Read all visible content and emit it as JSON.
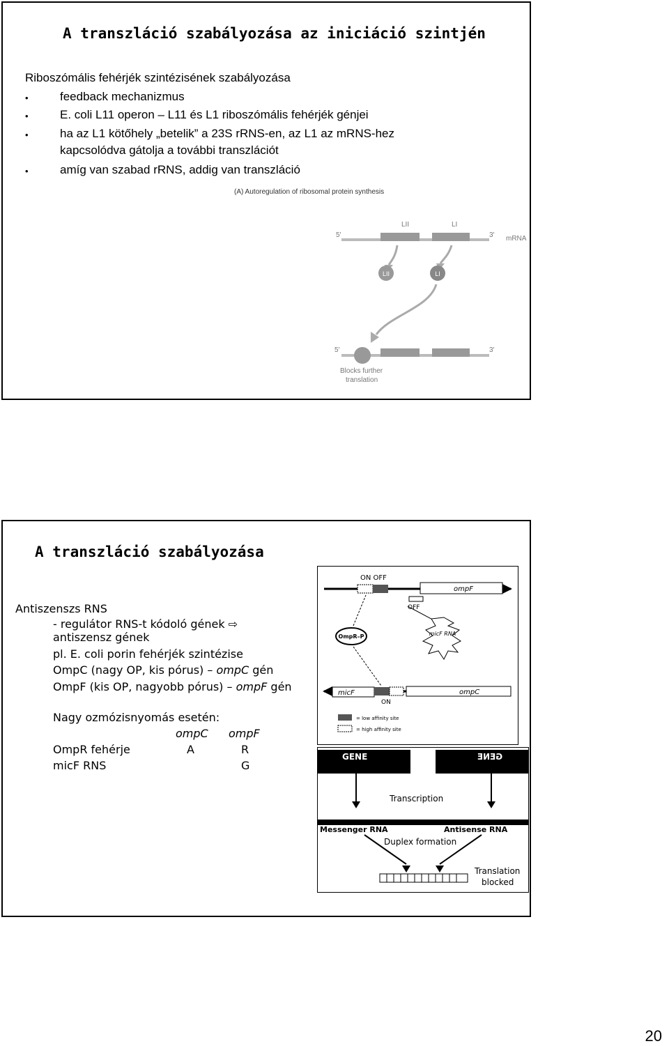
{
  "slide1": {
    "title": "A transzláció szabályozása az iniciáció szintjén",
    "intro": "Riboszómális fehérjék szintézisének szabályozása",
    "bullets": [
      "feedback mechanizmus",
      "E. coli L11 operon – L11 és L1 riboszómális fehérjék génjei",
      "ha az L1 kötőhely „betelik” a 23S rRNS-en, az L1 az mRNS-hez",
      "kapcsolódva gátolja a további transzlációt",
      "amíg van szabad rRNS, addig van transzláció"
    ],
    "figure": {
      "caption": "(A) Autoregulation of ribosomal protein synthesis",
      "gene_l11": "LII",
      "gene_l1": "LI",
      "five_prime": "5′",
      "three_prime": "3′",
      "mrna": "mRNA",
      "protein_l11": "LII",
      "protein_l1": "LI",
      "blocked_line1": "Blocks further",
      "blocked_line2": "translation"
    }
  },
  "slide2": {
    "title": "A transzláció szabályozása",
    "heading": "Antiszenszs RNS",
    "lines": [
      "- regulátor RNS-t kódoló gének ⇨",
      "antiszensz gének",
      "pl. E. coli porin fehérjék szintézise"
    ],
    "ompc_line": {
      "pre": "OmpC (nagy OP, kis pórus)  –",
      "gene": "ompC",
      "post": "gén"
    },
    "ompf_line": {
      "pre": "OmpF (kis OP, nagyobb pórus)  –",
      "gene": "ompF",
      "post": "gén"
    },
    "osmo_title": "Nagy ozmózisnyomás esetén:",
    "table_head": [
      "ompC",
      "ompF"
    ],
    "table_rows": [
      {
        "label": "OmpR fehérje",
        "c": "A",
        "f": "R"
      },
      {
        "label": "micF RNS",
        "c": "",
        "f": "G"
      }
    ],
    "figure_top": {
      "on_off": "ON  OFF",
      "ompf": "ompF",
      "off": "OFF",
      "ompr": "OmpR–P",
      "micf_rna": "micF RNA",
      "micf": "micF",
      "ompc": "ompC",
      "on": "ON",
      "legend_low": "= low affinity site",
      "legend_high": "= high affinity site"
    },
    "figure_bottom": {
      "gene": "GENE",
      "gene_mirror": "GENE",
      "transcription": "Transcription",
      "messenger": "Messenger RNA",
      "antisense": "Antisense RNA",
      "duplex": "Duplex formation",
      "blocked1": "Translation",
      "blocked2": "blocked"
    }
  },
  "page_number": "20"
}
